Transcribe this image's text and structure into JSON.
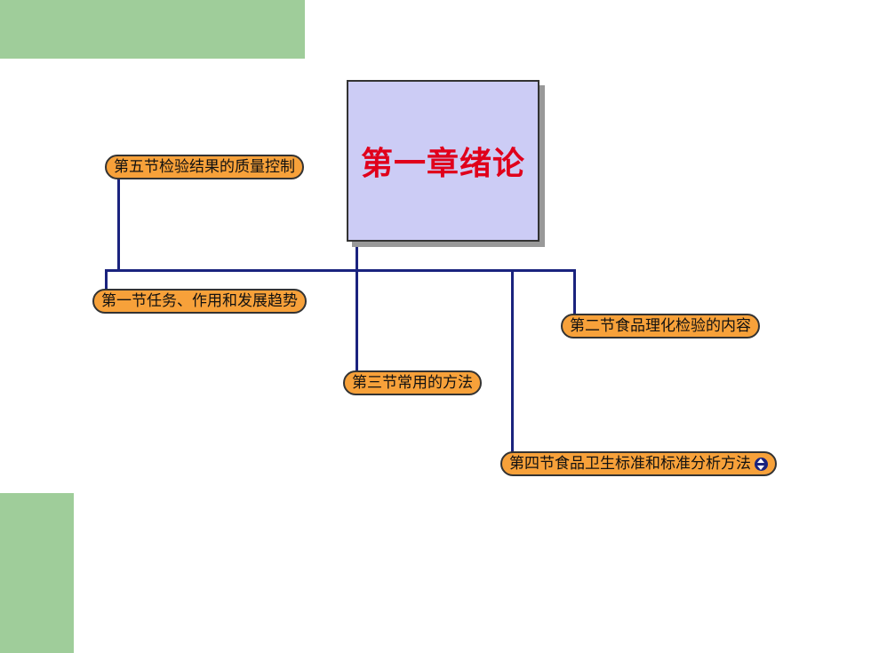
{
  "diagram": {
    "root": "第一章绪论",
    "nodes": {
      "section1": "第一节任务、作用和发展趋势",
      "section2": "第二节食品理化检验的内容",
      "section3": "第三节常用的方法",
      "section4": "第四节食品卫生标准和标准分析方法",
      "section5": "第五节检验结果的质量控制"
    }
  },
  "colors": {
    "deco_green": "#9fcd9a",
    "root_fill": "#ccccf5",
    "root_text": "#e0001b",
    "node_fill": "#f7a13a",
    "connector": "#1a237e"
  }
}
